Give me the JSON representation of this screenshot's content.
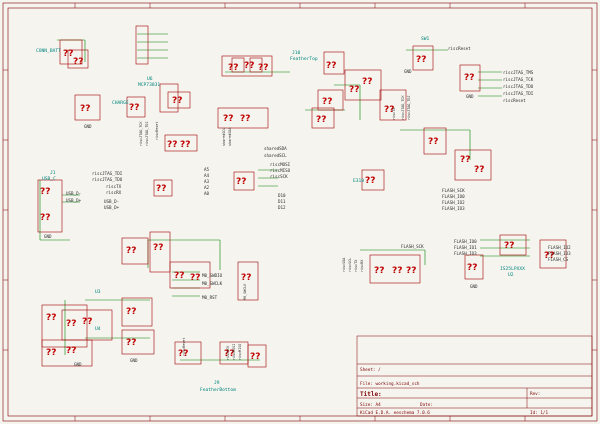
{
  "sheet": {
    "label_sheet": "Sheet: /",
    "label_file": "File: working.kicad_sch",
    "label_title": "Title:",
    "label_size": "Size: A4",
    "label_date": "Date:",
    "label_rev": "Rev:",
    "label_app": "KiCad E.D.A.  eeschema 7.0.6",
    "label_id": "Id: 1/1"
  },
  "components": {
    "conn_batt": "CONN_BATT",
    "j10": "J10",
    "feather_top": "FeatherTop",
    "sw1": "SW1",
    "u6": "U6",
    "mcp": "MCP73831",
    "charge": "CHARGE",
    "j1": "J1",
    "usb_c": "USB_C",
    "e310": "E310",
    "u3": "U3",
    "u4": "U4",
    "u2": "U2",
    "is25": "IS25LPXXX",
    "j9": "J9",
    "feather_bottom": "FeatherBottom",
    "gnd": "GND",
    "unknown": "??"
  },
  "nets": {
    "risc_reset": "riscReset",
    "jtag_tms": "riscJTAG_TMS",
    "jtag_tck": "riscJTAG_TCK",
    "jtag_tdo": "riscJTAG_TDO",
    "jtag_tdi": "riscJTAG_TDI",
    "risc_tx": "riscTX",
    "risc_rx": "riscRX",
    "usb_dm": "USB_D-",
    "usb_dp": "USB_D+",
    "shared_sda": "sharedSDA",
    "shared_scl": "sharedSCL",
    "shared_miso": "riscMISO",
    "shared_mosi": "riscMOSI",
    "shared_sck": "riscSCK",
    "a5": "A5",
    "a4": "A4",
    "a3": "A3",
    "a2": "A2",
    "a0": "A0",
    "d10": "D10",
    "d11": "D11",
    "d12": "D12",
    "flash_sck": "FLASH_SCK",
    "flash_io0": "FLASH_IO0",
    "flash_io1": "FLASH_IO1",
    "flash_io2": "FLASH_IO2",
    "flash_io3": "FLASH_IO3",
    "flash_cs": "FLASH_CS",
    "m0_swdio": "M0_SWDIO",
    "m0_swclk": "M0_SWCLK",
    "m0_rst": "M0_RST"
  }
}
